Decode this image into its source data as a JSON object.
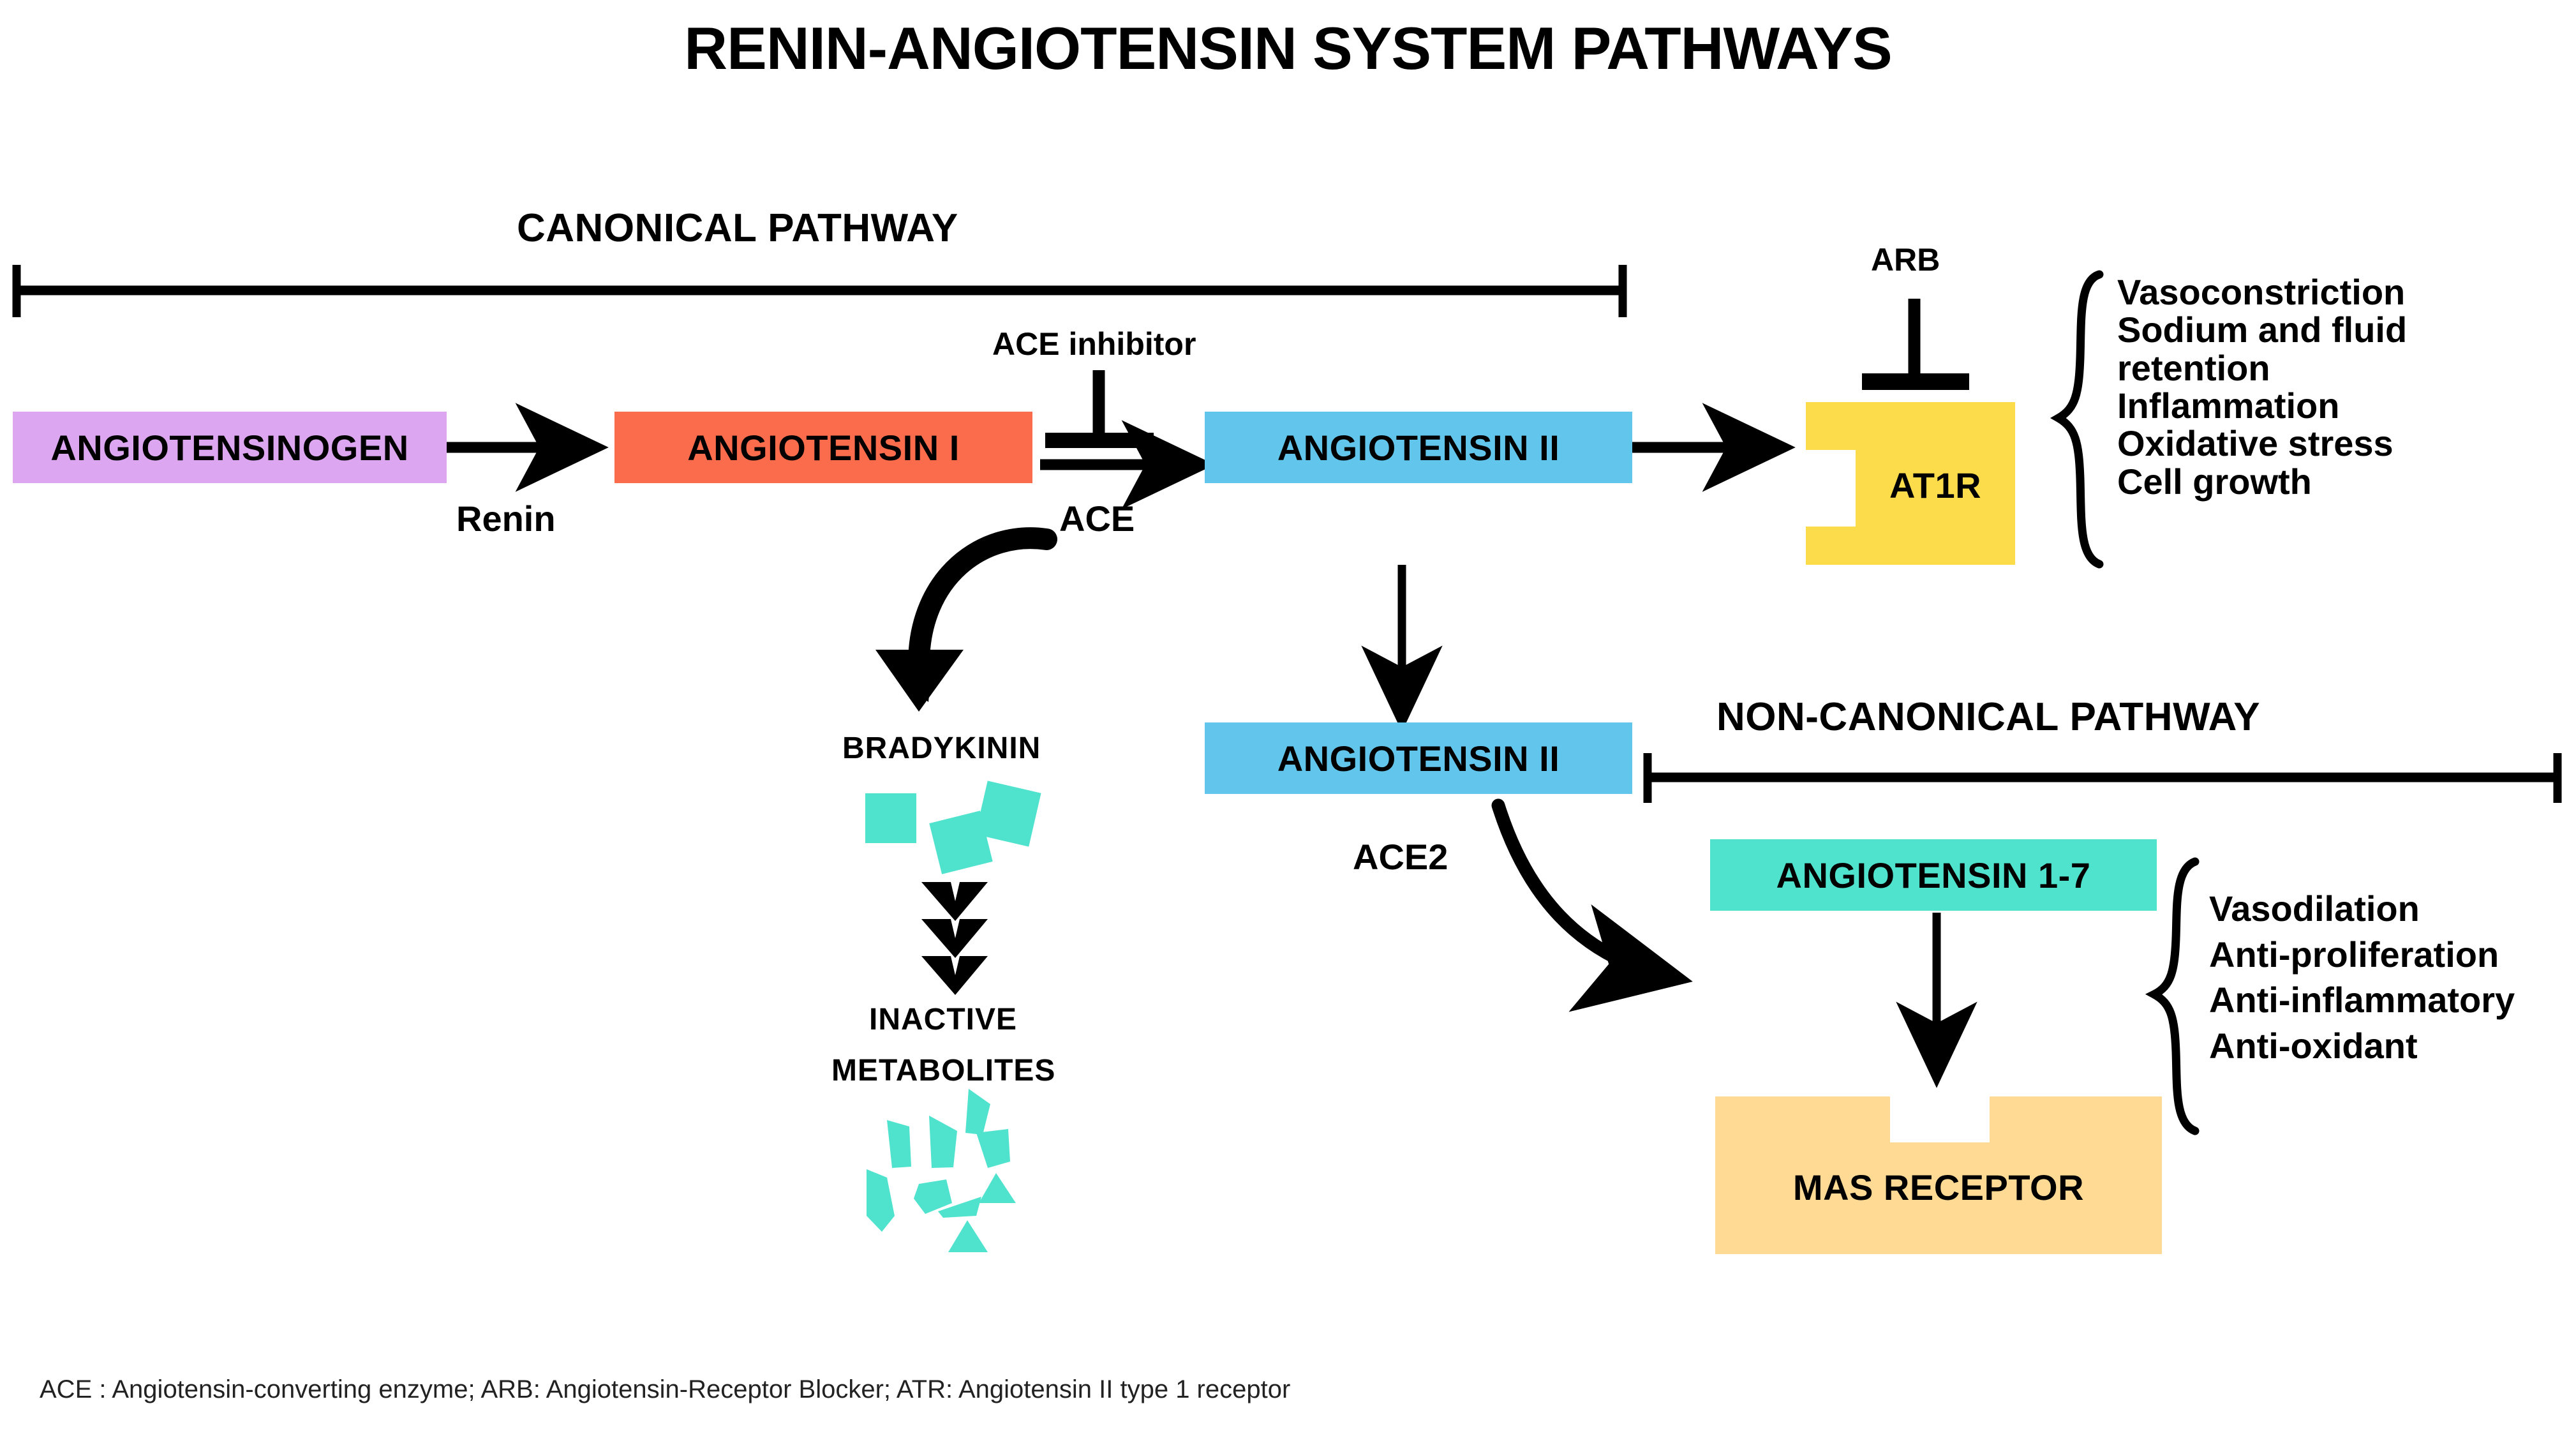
{
  "title": "RENIN-ANGIOTENSIN SYSTEM PATHWAYS",
  "pathways": {
    "canonical_label": "CANONICAL PATHWAY",
    "noncanonical_label": "NON-CANONICAL PATHWAY"
  },
  "nodes": {
    "angiotensinogen": {
      "label": "ANGIOTENSINOGEN",
      "color": "#DCA6F0"
    },
    "angiotensin_i": {
      "label": "ANGIOTENSIN I",
      "color": "#FB6C4C"
    },
    "angiotensin_ii": {
      "label": "ANGIOTENSIN II",
      "color": "#62C6EC"
    },
    "angiotensin_ii_2": {
      "label": "ANGIOTENSIN II",
      "color": "#62C6EC"
    },
    "angiotensin_1_7": {
      "label": "ANGIOTENSIN 1-7",
      "color": "#4FE3CE"
    },
    "at1r": {
      "label": "AT1R",
      "color": "#FDDC4B"
    },
    "mas_receptor": {
      "label": "MAS RECEPTOR",
      "color": "#FEDA94"
    },
    "bradykinin": {
      "label": "BRADYKININ",
      "color": "#4FE3CE"
    },
    "inactive_line1": {
      "label": "INACTIVE"
    },
    "inactive_line2": {
      "label": "METABOLITES"
    }
  },
  "enzymes": {
    "renin": "Renin",
    "ace": "ACE",
    "ace2": "ACE2"
  },
  "inhibitors": {
    "ace_inhibitor": "ACE inhibitor",
    "arb": "ARB"
  },
  "effects_at1r": [
    "Vasoconstriction",
    "Sodium and fluid",
    "retention",
    "Inflammation",
    "Oxidative stress",
    "Cell growth"
  ],
  "effects_mas": [
    "Vasodilation",
    "Anti-proliferation",
    "Anti-inflammatory",
    "Anti-oxidant"
  ],
  "footnote": "ACE : Angiotensin-converting enzyme; ARB: Angiotensin-Receptor Blocker; ATR: Angiotensin II type 1 receptor",
  "colors": {
    "purple": "#DCA6F0",
    "orange": "#FB6C4C",
    "blue": "#62C6EC",
    "teal": "#4FE3CE",
    "yellow": "#FDDC4B",
    "peach": "#FEDA94",
    "ink": "#000000"
  }
}
